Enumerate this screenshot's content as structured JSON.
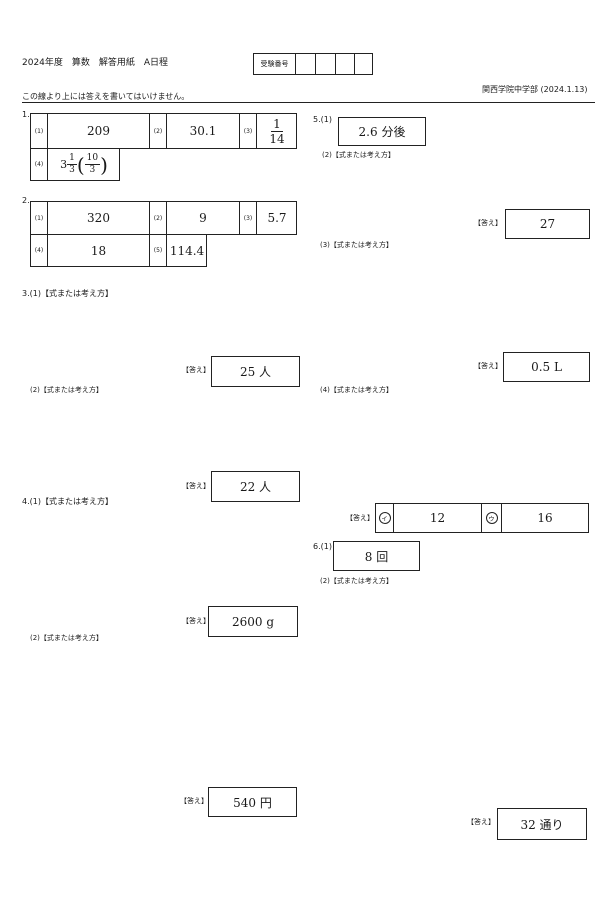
{
  "header": {
    "title": "2024年度　算数　解答用紙　A日程",
    "exam_number_label": "受験番号",
    "notice": "この線より上には答えを書いてはいけません。",
    "school": "関西学院中学部 (2024.1.13)"
  },
  "labels": {
    "work": "【式または考え方】",
    "answer": "【答え】"
  },
  "q1": {
    "heading": "1.",
    "n1": "(1)",
    "a1": "209",
    "n2": "(2)",
    "a2": "30.1",
    "n3": "(3)",
    "a3_num": "1",
    "a3_den": "14",
    "n4": "(4)",
    "a4_whole": "3",
    "a4_num": "1",
    "a4_den": "3",
    "a4_paren_num": "10",
    "a4_paren_den": "3"
  },
  "q2": {
    "heading": "2.",
    "n1": "(1)",
    "a1": "320",
    "n2": "(2)",
    "a2": "9",
    "n3": "(3)",
    "a3": "5.7",
    "n4": "(4)",
    "a4": "18",
    "n5": "(5)",
    "a5": "114.4"
  },
  "q3": {
    "heading": "3.(1)",
    "p2": "(2)",
    "a1": "25 人",
    "a2": "22 人"
  },
  "q4": {
    "heading": "4.(1)",
    "p2": "(2)",
    "a1": "2600 g",
    "a2": "540 円"
  },
  "q5": {
    "heading": "5.(1)",
    "a1": "2.6 分後",
    "p2": "(2)",
    "a2": "27",
    "p3": "(3)",
    "a3": "0.5 L",
    "p4": "(4)",
    "a4_mark1": "イ",
    "a4_val1": "12",
    "a4_mark2": "ウ",
    "a4_val2": "16"
  },
  "q6": {
    "heading": "6.(1)",
    "a1": "8 回",
    "p2": "(2)",
    "a2": "32 通り"
  }
}
